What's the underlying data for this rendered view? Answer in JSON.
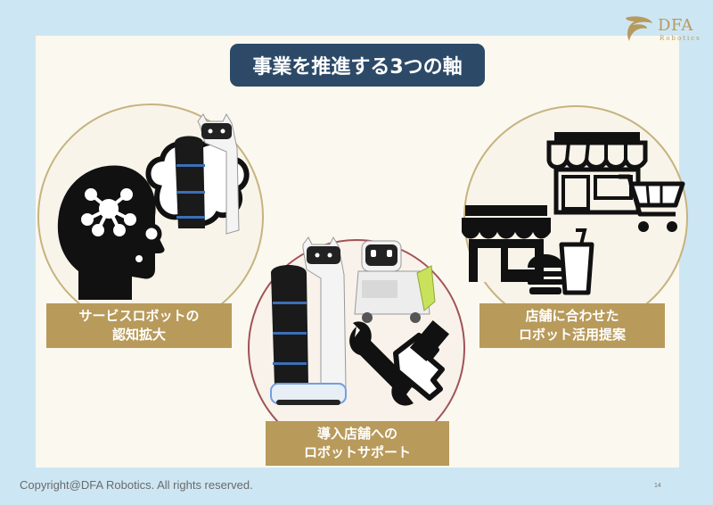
{
  "title": "事業を推進する3つの軸",
  "logo": {
    "name": "DFA",
    "subtitle": "Robotics",
    "color": "#b79a5d"
  },
  "pillars": [
    {
      "line1": "サービスロボットの",
      "line2": "認知拡大",
      "icon": "head-network-thought-robot-icon"
    },
    {
      "line1": "導入店舗への",
      "line2": "ロボットサポート",
      "icon": "robots-wrench-hand-icon"
    },
    {
      "line1": "店舗に合わせた",
      "line2": "ロボット活用提案",
      "icon": "store-cart-burger-drink-icon"
    }
  ],
  "footer": {
    "copyright": "Copyright@DFA Robotics. All rights reserved.",
    "page": "14"
  },
  "colors": {
    "title_bg": "#2c4a68",
    "label_bg": "#b89a5b",
    "gold_ring": "#c6b37f",
    "maroon_ring": "#a05356",
    "background": "#cde6f3",
    "panel": "#fbf8ef"
  }
}
